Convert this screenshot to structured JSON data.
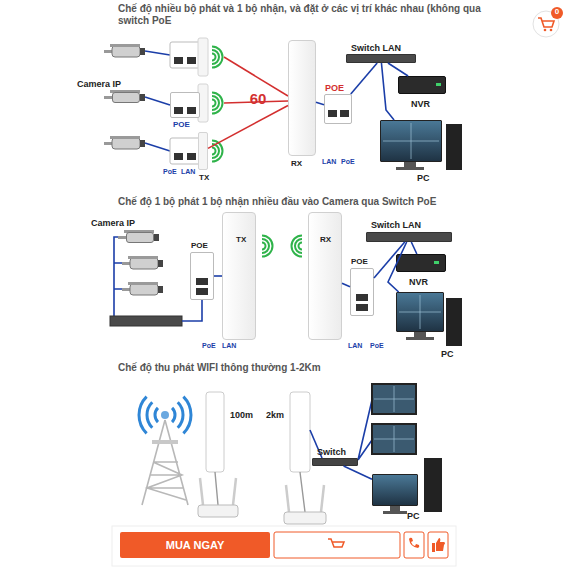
{
  "diagram": {
    "title": "Chế độ nhiều bộ phát và 1 bộ nhận, và đặt ở các vị trí khác nhau (không qua switch PoE",
    "nodes": [
      {
        "text": [
          "Camera IP"
        ]
      },
      {
        "text": [
          "POE"
        ]
      },
      {
        "text": [
          "TX"
        ]
      },
      {
        "text": [
          "RX"
        ]
      },
      {
        "text": [
          "POE"
        ]
      },
      {
        "text": [
          "Switch LAN"
        ]
      },
      {
        "text": [
          "NVR"
        ]
      },
      {
        "text": [
          "PC"
        ]
      },
      {
        "text": [
          "Camera IP"
        ]
      },
      {
        "text": [
          "POE"
        ]
      },
      {
        "text": [
          "TX"
        ]
      },
      {
        "text": [
          "RX"
        ]
      },
      {
        "text": [
          "POE"
        ]
      },
      {
        "text": [
          "Switch LAN"
        ]
      },
      {
        "text": [
          "NVR"
        ]
      },
      {
        "text": [
          "PC"
        ]
      },
      {
        "text": [
          "Switch"
        ]
      },
      {
        "text": [
          "PC"
        ]
      }
    ],
    "edges": [
      {
        "from": 2,
        "to": 3,
        "arrow": "none",
        "label": "60"
      },
      {
        "from": 3,
        "to": 4,
        "arrow": "none"
      },
      {
        "from": 4,
        "to": 5,
        "arrow": "none"
      },
      {
        "from": 5,
        "to": 6,
        "arrow": "none"
      },
      {
        "from": 5,
        "to": 7,
        "arrow": "none"
      },
      {
        "from": 9,
        "to": 10,
        "arrow": "none"
      },
      {
        "from": 11,
        "to": 12,
        "arrow": "none"
      },
      {
        "from": 12,
        "to": 13,
        "arrow": "none"
      },
      {
        "from": 13,
        "to": 14,
        "arrow": "none"
      },
      {
        "from": 13,
        "to": 15,
        "arrow": "none"
      },
      {
        "from": 16,
        "to": 17,
        "arrow": "none"
      }
    ],
    "labels": [
      "0",
      "PoE",
      "LAN",
      "LAN",
      "PoE",
      "Chế độ 1 bộ phát 1 bộ nhận nhiều đầu vào Camera qua Switch PoE",
      "PoE",
      "LAN",
      "LAN",
      "PoE",
      "Chế độ thu phát WIFI thông thường 1-2Km",
      "100m",
      "2km",
      "MUA NGAY"
    ]
  }
}
